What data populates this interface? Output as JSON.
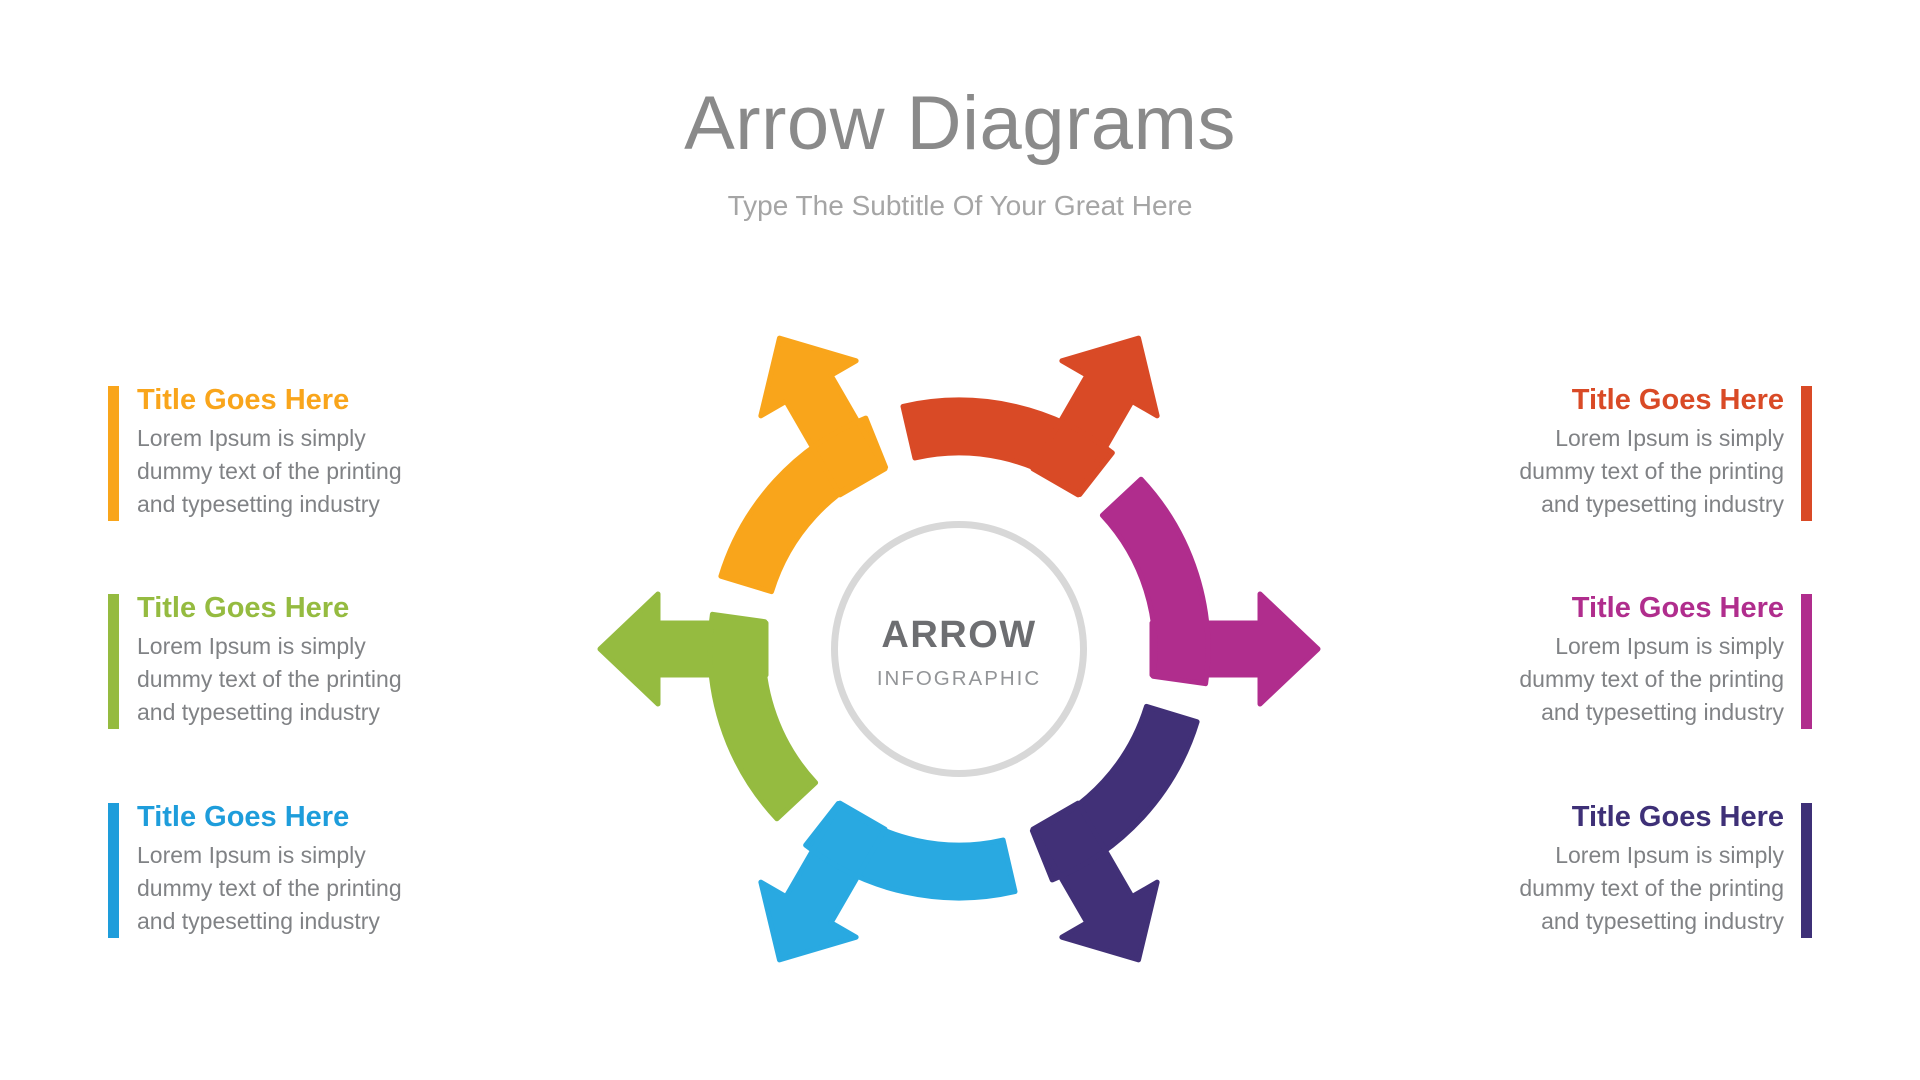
{
  "header": {
    "title": "Arrow Diagrams",
    "subtitle": "Type The Subtitle Of Your Great Here"
  },
  "diagram": {
    "center": {
      "title": "ARROW",
      "subtitle": "INFOGRAPHIC",
      "ring_color": "#D8D8D8",
      "title_color": "#6D6E71",
      "subtitle_color": "#939598"
    },
    "arrows": [
      {
        "position": "right",
        "color": "#B02D8D",
        "rotation": 0
      },
      {
        "position": "top-right",
        "color": "#D94A26",
        "rotation": -60
      },
      {
        "position": "top-left",
        "color": "#F9A51B",
        "rotation": -120
      },
      {
        "position": "left",
        "color": "#95BB40",
        "rotation": 180
      },
      {
        "position": "bottom-left",
        "color": "#29A9E1",
        "rotation": 120
      },
      {
        "position": "bottom-right",
        "color": "#413077",
        "rotation": 60
      }
    ]
  },
  "blocks": {
    "left": [
      {
        "title": "Title Goes Here",
        "body": "Lorem Ipsum is simply\ndummy text of the printing\nand typesetting industry",
        "accent": "#F9A51B"
      },
      {
        "title": "Title Goes Here",
        "body": "Lorem Ipsum is simply\ndummy text of the printing\nand typesetting industry",
        "accent": "#95BB40"
      },
      {
        "title": "Title Goes Here",
        "body": "Lorem Ipsum is simply\ndummy text of the printing\nand typesetting industry",
        "accent": "#1E9DDB"
      }
    ],
    "right": [
      {
        "title": "Title Goes Here",
        "body": "Lorem Ipsum is simply\ndummy text of the printing\nand typesetting industry",
        "accent": "#D94A26"
      },
      {
        "title": "Title Goes Here",
        "body": "Lorem Ipsum is simply\ndummy text of the printing\nand typesetting industry",
        "accent": "#B02D8D"
      },
      {
        "title": "Title Goes Here",
        "body": "Lorem Ipsum is simply\ndummy text of the printing\nand typesetting industry",
        "accent": "#3E3077"
      }
    ]
  }
}
